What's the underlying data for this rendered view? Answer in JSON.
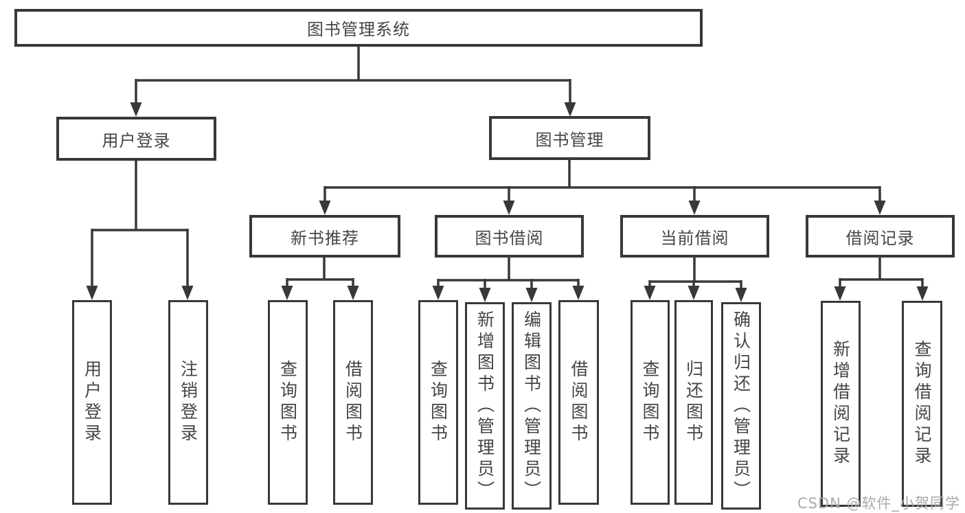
{
  "title": "图书管理系统",
  "watermark": "CSDN @软件_小贺同学",
  "colors": {
    "line": "#383838",
    "box_border": "#383838",
    "text": "#454545",
    "watermark": "#a9a9a9",
    "background": "#ffffff"
  },
  "nodes": {
    "root": "图书管理系统",
    "user_login": "用户登录",
    "book_mgmt": "图书管理",
    "new_books": "新书推荐",
    "book_borrow": "图书借阅",
    "current_borrow": "当前借阅",
    "borrow_records": "借阅记录",
    "leaf_user_login": "用户登录",
    "leaf_logout": "注销登录",
    "leaf_query_books_1": "查询图书",
    "leaf_borrow_books_1": "借阅图书",
    "leaf_query_books_2": "查询图书",
    "leaf_add_books": "新增图书（管理员）",
    "leaf_edit_books": "编辑图书（管理员）",
    "leaf_borrow_books_2": "借阅图书",
    "leaf_query_books_3": "查询图书",
    "leaf_return_books": "归还图书",
    "leaf_confirm_return": "确认归还（管理员）",
    "leaf_add_record": "新增借阅记录",
    "leaf_query_record": "查询借阅记录"
  },
  "hierarchy": {
    "图书管理系统": {
      "用户登录": [
        "用户登录",
        "注销登录"
      ],
      "图书管理": {
        "新书推荐": [
          "查询图书",
          "借阅图书"
        ],
        "图书借阅": [
          "查询图书",
          "新增图书（管理员）",
          "编辑图书（管理员）",
          "借阅图书"
        ],
        "当前借阅": [
          "查询图书",
          "归还图书",
          "确认归还（管理员）"
        ],
        "借阅记录": [
          "新增借阅记录",
          "查询借阅记录"
        ]
      }
    }
  }
}
